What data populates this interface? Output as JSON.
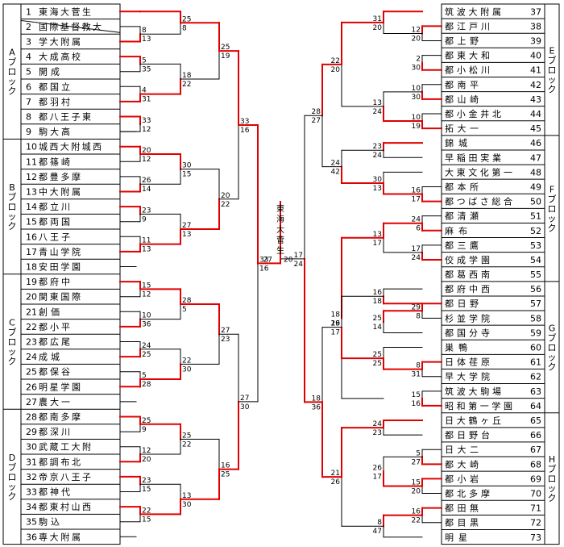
{
  "title": "東海大菅生",
  "colors": {
    "win": "#e00000",
    "line": "#000000",
    "bg": "#ffffff"
  },
  "blocks": {
    "left": [
      "Aブロック",
      "Bブロック",
      "Cブロック",
      "Dブロック"
    ],
    "right": [
      "Eブロック",
      "Fブロック",
      "Gブロック",
      "Hブロック"
    ]
  },
  "teams_left": [
    "東海大菅生",
    "国際基督教大",
    "学大附属",
    "大成高校",
    "開成",
    "都国立",
    "都羽村",
    "都八王子東",
    "駒大高",
    "城西大附城西",
    "都篠崎",
    "都豊多摩",
    "中大附属",
    "都立川",
    "都両国",
    "八王子",
    "青山学院",
    "安田学園",
    "都府中",
    "関東国際",
    "創価",
    "都小平",
    "都広尾",
    "成城",
    "都保谷",
    "明星学園",
    "農大一",
    "都南多摩",
    "都深川",
    "武蔵工大附",
    "都調布北",
    "帝京八王子",
    "都神代",
    "都東村山西",
    "駒込",
    "専大附属"
  ],
  "teams_right": [
    "筑波大附属",
    "都江戸川",
    "都上野",
    "都東大和",
    "都小松川",
    "都南平",
    "都山崎",
    "都小金井北",
    "拓大一",
    "錦城",
    "早稲田実業",
    "大東文化第一",
    "都本所",
    "都つばさ総合",
    "都清瀬",
    "麻布",
    "都三鷹",
    "佼成学園",
    "都葛西南",
    "都府中西",
    "都日野",
    "杉並学院",
    "都国分寺",
    "巣鴨",
    "日体荏原",
    "早大学院",
    "筑波大駒場",
    "昭和第一学園",
    "日大鶴ヶ丘",
    "都日野台",
    "日大二",
    "都大崎",
    "都小岩",
    "都北多摩",
    "都田無",
    "都目黒",
    "明星"
  ],
  "nums_left": [
    "1",
    "2",
    "3",
    "4",
    "5",
    "6",
    "7",
    "8",
    "9",
    "10",
    "11",
    "12",
    "13",
    "14",
    "15",
    "16",
    "17",
    "18",
    "19",
    "20",
    "21",
    "22",
    "23",
    "24",
    "25",
    "26",
    "27",
    "28",
    "29",
    "30",
    "31",
    "32",
    "33",
    "34",
    "35",
    "36"
  ],
  "nums_right": [
    "37",
    "38",
    "39",
    "40",
    "41",
    "42",
    "43",
    "44",
    "45",
    "46",
    "47",
    "48",
    "49",
    "50",
    "51",
    "52",
    "53",
    "54",
    "55",
    "56",
    "57",
    "58",
    "59",
    "60",
    "61",
    "62",
    "63",
    "64",
    "65",
    "66",
    "67",
    "68",
    "69",
    "70",
    "71",
    "72",
    "73"
  ],
  "scores_left": {
    "r1": [
      [
        "8",
        "13"
      ],
      [
        "5",
        "35"
      ],
      [
        "4",
        "31"
      ],
      [
        "33",
        "12"
      ],
      [
        "20",
        "12"
      ],
      [
        "26",
        "14"
      ],
      [
        "23",
        "9"
      ],
      [
        "11",
        "13"
      ],
      [
        "15",
        "12"
      ],
      [
        "10",
        "36"
      ],
      [
        "24",
        "25"
      ],
      [
        "5",
        "28"
      ],
      [
        "25",
        "9"
      ],
      [
        "12",
        "20"
      ],
      [
        "23",
        "15"
      ],
      [
        "22",
        "15"
      ]
    ],
    "r2": [
      [
        "25",
        "8"
      ],
      [
        "18",
        "22"
      ],
      [
        "30",
        "15"
      ],
      [
        "27",
        "13"
      ],
      [
        "28",
        "5"
      ],
      [
        "22",
        "30"
      ],
      [
        "25",
        "22"
      ],
      [
        "13",
        "30"
      ]
    ],
    "r3": [
      [
        "25",
        "19"
      ],
      [
        "20",
        "22"
      ],
      [
        "27",
        "23"
      ],
      [
        "16",
        "25"
      ]
    ],
    "r4": [
      [
        "33",
        "16"
      ],
      [
        "27",
        "30"
      ]
    ],
    "r5": [
      "33",
      "16"
    ]
  },
  "scores_right": {
    "r1": [
      [
        "12",
        "20"
      ],
      [
        "2",
        "30"
      ],
      [
        "10",
        "30"
      ],
      [
        "10",
        "19"
      ],
      [
        "16",
        "17"
      ],
      [
        "24",
        "6"
      ],
      [
        "29",
        "8"
      ],
      [
        "8",
        "31"
      ],
      [
        "15",
        "16"
      ],
      [
        "5",
        "27"
      ],
      [
        "15",
        "20"
      ],
      [
        "16",
        "22"
      ],
      [
        "17",
        "24"
      ]
    ],
    "r2": [
      [
        "31",
        "20"
      ],
      [
        "13",
        "24"
      ],
      [
        "23",
        "24"
      ],
      [
        "30",
        "13"
      ],
      [
        "13",
        "17"
      ],
      [
        "16",
        "18"
      ],
      [
        "25",
        "14"
      ],
      [
        "25",
        "25"
      ],
      [
        "24",
        "23"
      ],
      [
        "26",
        "17"
      ],
      [
        "8",
        "47"
      ]
    ],
    "r3": [
      [
        "22",
        "20"
      ],
      [
        "24",
        "42"
      ],
      [
        "18",
        "29"
      ],
      [
        "16",
        "17"
      ],
      [
        "21",
        "26"
      ]
    ],
    "r4": [
      [
        "28",
        "27"
      ],
      [
        "18",
        "36"
      ]
    ],
    "r5": [
      "17",
      "24"
    ]
  },
  "final": [
    "27",
    "20"
  ]
}
